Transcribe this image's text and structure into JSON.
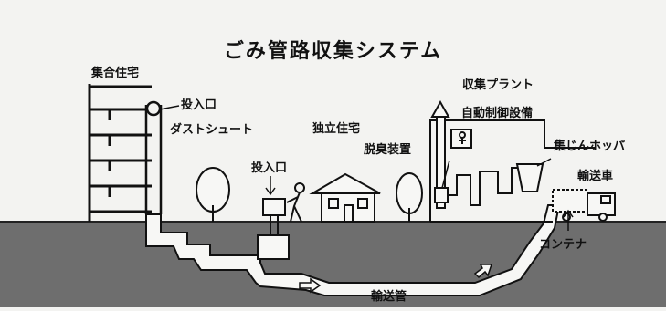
{
  "diagram": {
    "title": "ごみ管路収集システム",
    "labels": {
      "apartment": "集合住宅",
      "inlet_upper": "投入口",
      "dust_chute": "ダストシュート",
      "house": "独立住宅",
      "inlet_ground": "投入口",
      "deodorizer": "脱臭装置",
      "plant": "収集プラント",
      "control": "自動制御設備",
      "hopper": "集じんホッパ",
      "truck": "輸送車",
      "container": "コンテナ",
      "pipe": "輸送管"
    }
  }
}
